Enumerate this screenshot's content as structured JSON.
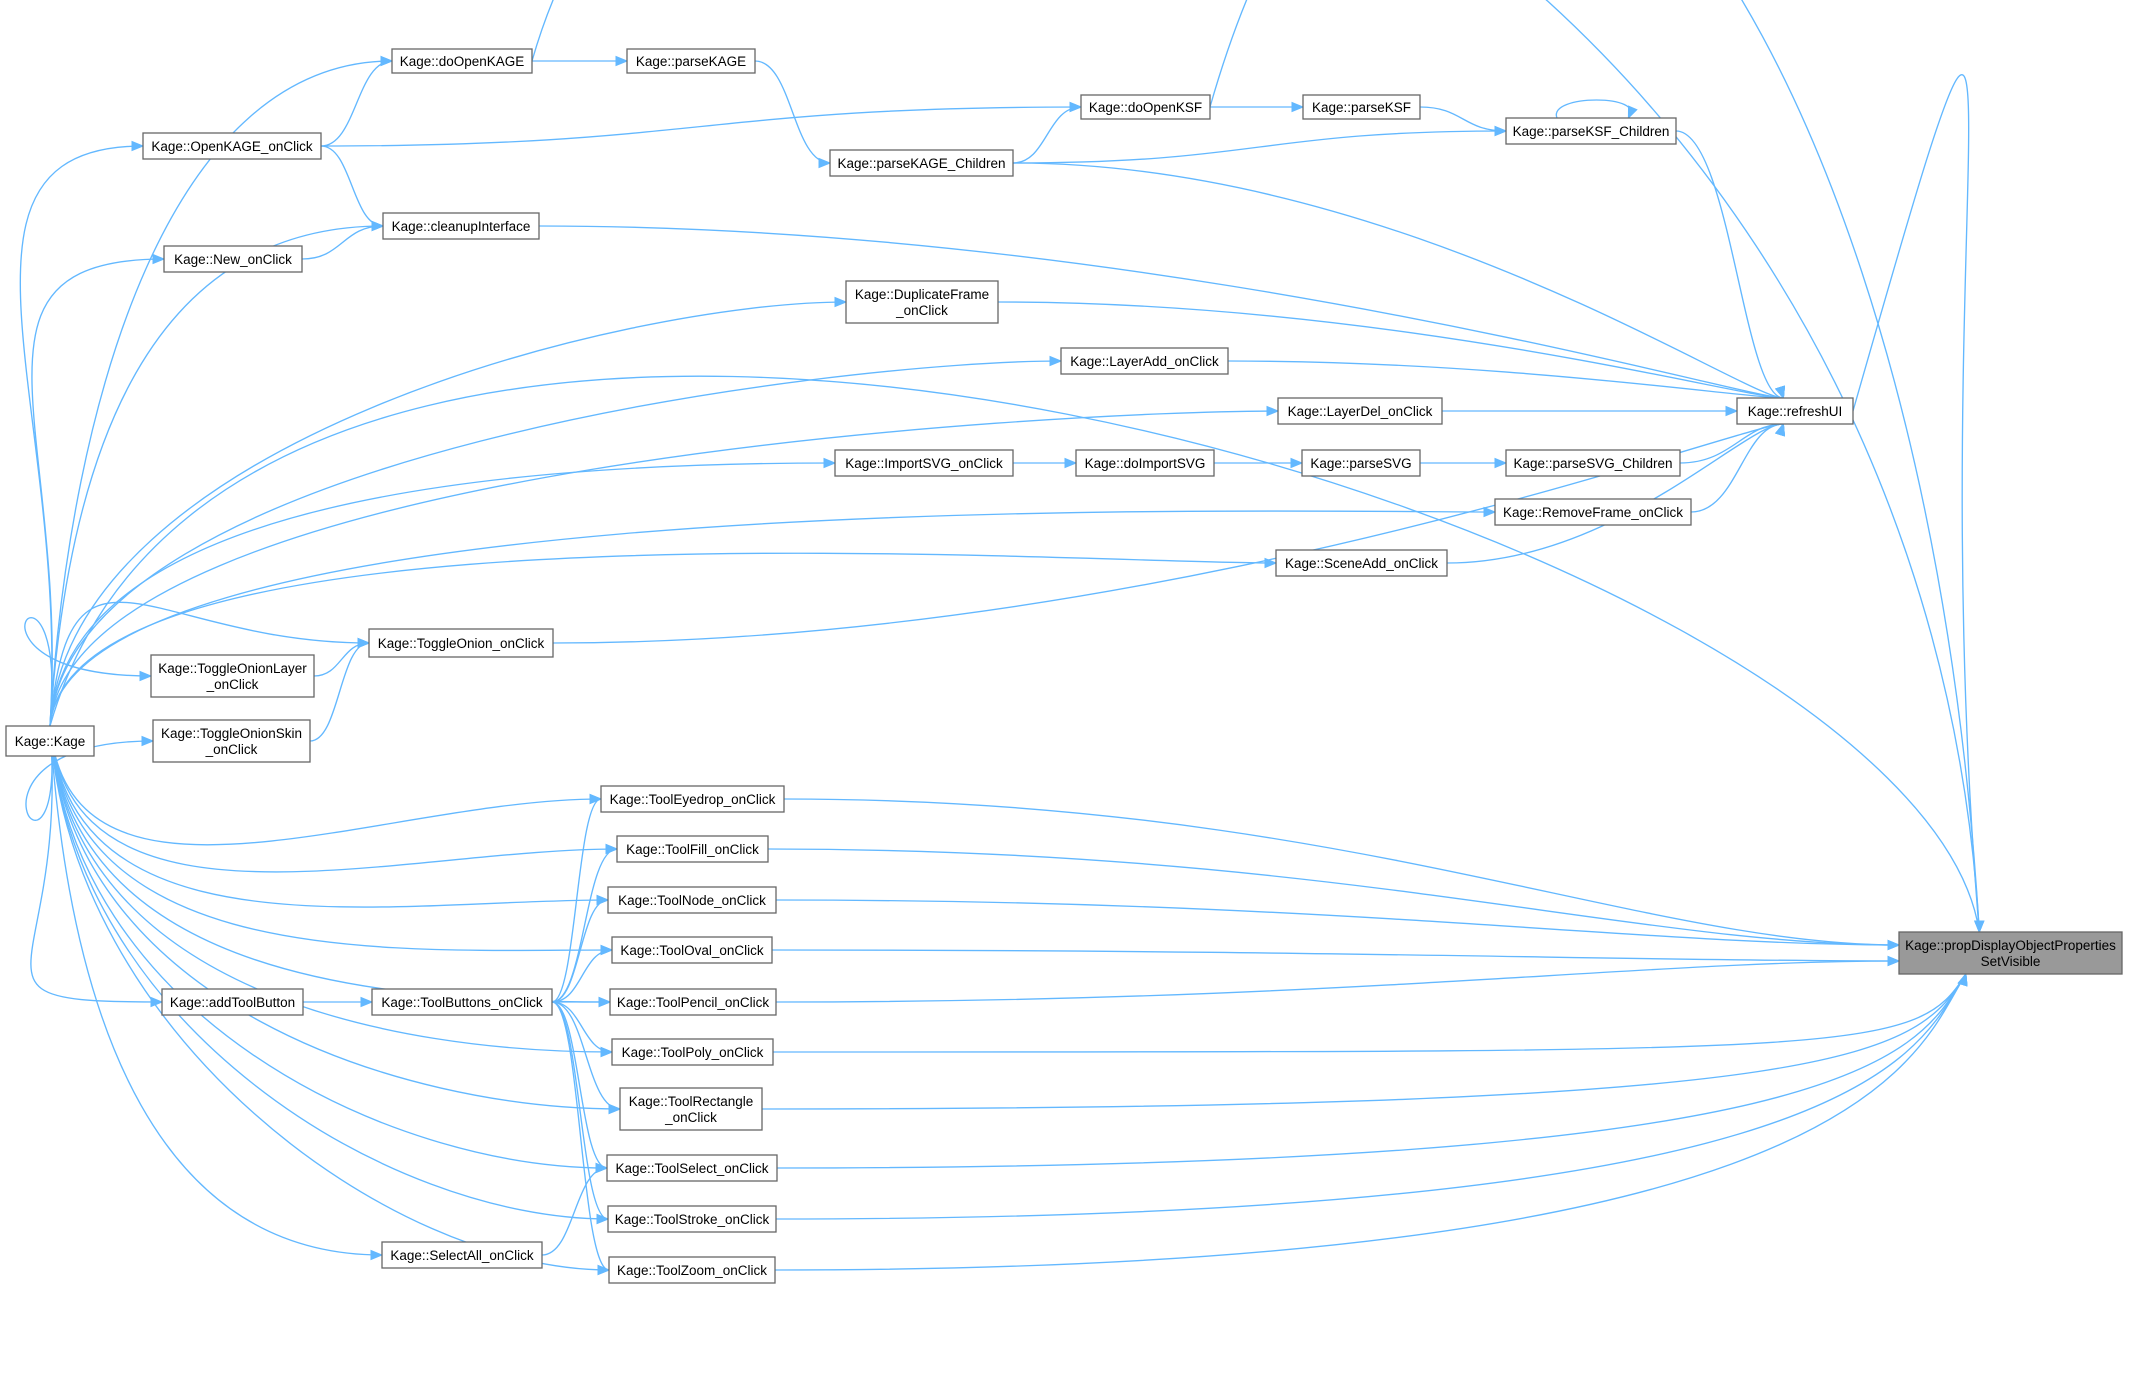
{
  "colors": {
    "edge": "#63b8ff",
    "node_border": "#666666",
    "node_fill": "#ffffff",
    "target_fill": "#999999",
    "background": "#ffffff"
  },
  "nodes": [
    {
      "id": "kage",
      "lines": [
        "Kage::Kage"
      ]
    },
    {
      "id": "doOpenKAGE",
      "lines": [
        "Kage::doOpenKAGE"
      ]
    },
    {
      "id": "parseKAGE",
      "lines": [
        "Kage::parseKAGE"
      ]
    },
    {
      "id": "openKAGE",
      "lines": [
        "Kage::OpenKAGE_onClick"
      ]
    },
    {
      "id": "doOpenKSF",
      "lines": [
        "Kage::doOpenKSF"
      ]
    },
    {
      "id": "parseKSF",
      "lines": [
        "Kage::parseKSF"
      ]
    },
    {
      "id": "parseKSFChild",
      "lines": [
        "Kage::parseKSF_Children"
      ]
    },
    {
      "id": "parseKAGEChild",
      "lines": [
        "Kage::parseKAGE_Children"
      ]
    },
    {
      "id": "cleanup",
      "lines": [
        "Kage::cleanupInterface"
      ]
    },
    {
      "id": "newClick",
      "lines": [
        "Kage::New_onClick"
      ]
    },
    {
      "id": "dupFrame",
      "lines": [
        "Kage::DuplicateFrame",
        "_onClick"
      ]
    },
    {
      "id": "layerAdd",
      "lines": [
        "Kage::LayerAdd_onClick"
      ]
    },
    {
      "id": "layerDel",
      "lines": [
        "Kage::LayerDel_onClick"
      ]
    },
    {
      "id": "refreshUI",
      "lines": [
        "Kage::refreshUI"
      ]
    },
    {
      "id": "importSVG",
      "lines": [
        "Kage::ImportSVG_onClick"
      ]
    },
    {
      "id": "doImportSVG",
      "lines": [
        "Kage::doImportSVG"
      ]
    },
    {
      "id": "parseSVG",
      "lines": [
        "Kage::parseSVG"
      ]
    },
    {
      "id": "parseSVGChild",
      "lines": [
        "Kage::parseSVG_Children"
      ]
    },
    {
      "id": "removeFrame",
      "lines": [
        "Kage::RemoveFrame_onClick"
      ]
    },
    {
      "id": "sceneAdd",
      "lines": [
        "Kage::SceneAdd_onClick"
      ]
    },
    {
      "id": "toggleOnion",
      "lines": [
        "Kage::ToggleOnion_onClick"
      ]
    },
    {
      "id": "toggleLayer",
      "lines": [
        "Kage::ToggleOnionLayer",
        "_onClick"
      ]
    },
    {
      "id": "toggleSkin",
      "lines": [
        "Kage::ToggleOnionSkin",
        "_onClick"
      ]
    },
    {
      "id": "eyedrop",
      "lines": [
        "Kage::ToolEyedrop_onClick"
      ]
    },
    {
      "id": "fill",
      "lines": [
        "Kage::ToolFill_onClick"
      ]
    },
    {
      "id": "node",
      "lines": [
        "Kage::ToolNode_onClick"
      ]
    },
    {
      "id": "oval",
      "lines": [
        "Kage::ToolOval_onClick"
      ]
    },
    {
      "id": "addToolButton",
      "lines": [
        "Kage::addToolButton"
      ]
    },
    {
      "id": "toolButtons",
      "lines": [
        "Kage::ToolButtons_onClick"
      ]
    },
    {
      "id": "pencil",
      "lines": [
        "Kage::ToolPencil_onClick"
      ]
    },
    {
      "id": "poly",
      "lines": [
        "Kage::ToolPoly_onClick"
      ]
    },
    {
      "id": "rect",
      "lines": [
        "Kage::ToolRectangle",
        "_onClick"
      ]
    },
    {
      "id": "select",
      "lines": [
        "Kage::ToolSelect_onClick"
      ]
    },
    {
      "id": "stroke",
      "lines": [
        "Kage::ToolStroke_onClick"
      ]
    },
    {
      "id": "selectAll",
      "lines": [
        "Kage::SelectAll_onClick"
      ]
    },
    {
      "id": "zoom",
      "lines": [
        "Kage::ToolZoom_onClick"
      ]
    },
    {
      "id": "target",
      "lines": [
        "Kage::propDisplayObjectProperties",
        "SetVisible"
      ]
    }
  ],
  "edges": [
    {
      "from": "kage",
      "to": "doOpenKAGE"
    },
    {
      "from": "kage",
      "to": "openKAGE"
    },
    {
      "from": "kage",
      "to": "cleanup"
    },
    {
      "from": "kage",
      "to": "newClick"
    },
    {
      "from": "kage",
      "to": "dupFrame"
    },
    {
      "from": "kage",
      "to": "layerAdd"
    },
    {
      "from": "kage",
      "to": "layerDel"
    },
    {
      "from": "kage",
      "to": "importSVG"
    },
    {
      "from": "kage",
      "to": "removeFrame"
    },
    {
      "from": "kage",
      "to": "sceneAdd"
    },
    {
      "from": "kage",
      "to": "toggleOnion"
    },
    {
      "from": "kage",
      "to": "toggleLayer"
    },
    {
      "from": "kage",
      "to": "toggleSkin"
    },
    {
      "from": "kage",
      "to": "eyedrop"
    },
    {
      "from": "kage",
      "to": "fill"
    },
    {
      "from": "kage",
      "to": "node"
    },
    {
      "from": "kage",
      "to": "oval"
    },
    {
      "from": "kage",
      "to": "addToolButton"
    },
    {
      "from": "kage",
      "to": "pencil"
    },
    {
      "from": "kage",
      "to": "poly"
    },
    {
      "from": "kage",
      "to": "rect"
    },
    {
      "from": "kage",
      "to": "select"
    },
    {
      "from": "kage",
      "to": "stroke"
    },
    {
      "from": "kage",
      "to": "selectAll"
    },
    {
      "from": "kage",
      "to": "zoom"
    },
    {
      "from": "kage",
      "to": "target"
    },
    {
      "from": "doOpenKAGE",
      "to": "parseKAGE"
    },
    {
      "from": "doOpenKAGE",
      "to": "target"
    },
    {
      "from": "parseKAGE",
      "to": "parseKAGEChild"
    },
    {
      "from": "openKAGE",
      "to": "doOpenKAGE"
    },
    {
      "from": "openKAGE",
      "to": "doOpenKSF"
    },
    {
      "from": "openKAGE",
      "to": "cleanup"
    },
    {
      "from": "doOpenKSF",
      "to": "parseKSF"
    },
    {
      "from": "doOpenKSF",
      "to": "target"
    },
    {
      "from": "parseKSF",
      "to": "parseKSFChild"
    },
    {
      "from": "parseKSFChild",
      "to": "parseKSFChild"
    },
    {
      "from": "parseKSFChild",
      "to": "refreshUI"
    },
    {
      "from": "parseKAGEChild",
      "to": "doOpenKSF"
    },
    {
      "from": "parseKAGEChild",
      "to": "parseKSFChild"
    },
    {
      "from": "parseKAGEChild",
      "to": "refreshUI"
    },
    {
      "from": "cleanup",
      "to": "refreshUI"
    },
    {
      "from": "newClick",
      "to": "cleanup"
    },
    {
      "from": "dupFrame",
      "to": "refreshUI"
    },
    {
      "from": "layerAdd",
      "to": "refreshUI"
    },
    {
      "from": "layerDel",
      "to": "refreshUI"
    },
    {
      "from": "importSVG",
      "to": "doImportSVG"
    },
    {
      "from": "doImportSVG",
      "to": "parseSVG"
    },
    {
      "from": "parseSVG",
      "to": "parseSVGChild"
    },
    {
      "from": "parseSVGChild",
      "to": "refreshUI"
    },
    {
      "from": "removeFrame",
      "to": "refreshUI"
    },
    {
      "from": "sceneAdd",
      "to": "refreshUI"
    },
    {
      "from": "toggleOnion",
      "to": "refreshUI"
    },
    {
      "from": "toggleLayer",
      "to": "toggleOnion"
    },
    {
      "from": "toggleSkin",
      "to": "toggleOnion"
    },
    {
      "from": "refreshUI",
      "to": "target"
    },
    {
      "from": "eyedrop",
      "to": "target"
    },
    {
      "from": "fill",
      "to": "target"
    },
    {
      "from": "node",
      "to": "target"
    },
    {
      "from": "oval",
      "to": "target"
    },
    {
      "from": "pencil",
      "to": "target"
    },
    {
      "from": "poly",
      "to": "target"
    },
    {
      "from": "rect",
      "to": "target"
    },
    {
      "from": "select",
      "to": "target"
    },
    {
      "from": "stroke",
      "to": "target"
    },
    {
      "from": "zoom",
      "to": "target"
    },
    {
      "from": "addToolButton",
      "to": "toolButtons"
    },
    {
      "from": "toolButtons",
      "to": "eyedrop"
    },
    {
      "from": "toolButtons",
      "to": "fill"
    },
    {
      "from": "toolButtons",
      "to": "node"
    },
    {
      "from": "toolButtons",
      "to": "oval"
    },
    {
      "from": "toolButtons",
      "to": "pencil"
    },
    {
      "from": "toolButtons",
      "to": "poly"
    },
    {
      "from": "toolButtons",
      "to": "rect"
    },
    {
      "from": "toolButtons",
      "to": "select"
    },
    {
      "from": "toolButtons",
      "to": "stroke"
    },
    {
      "from": "toolButtons",
      "to": "zoom"
    },
    {
      "from": "selectAll",
      "to": "select"
    }
  ]
}
